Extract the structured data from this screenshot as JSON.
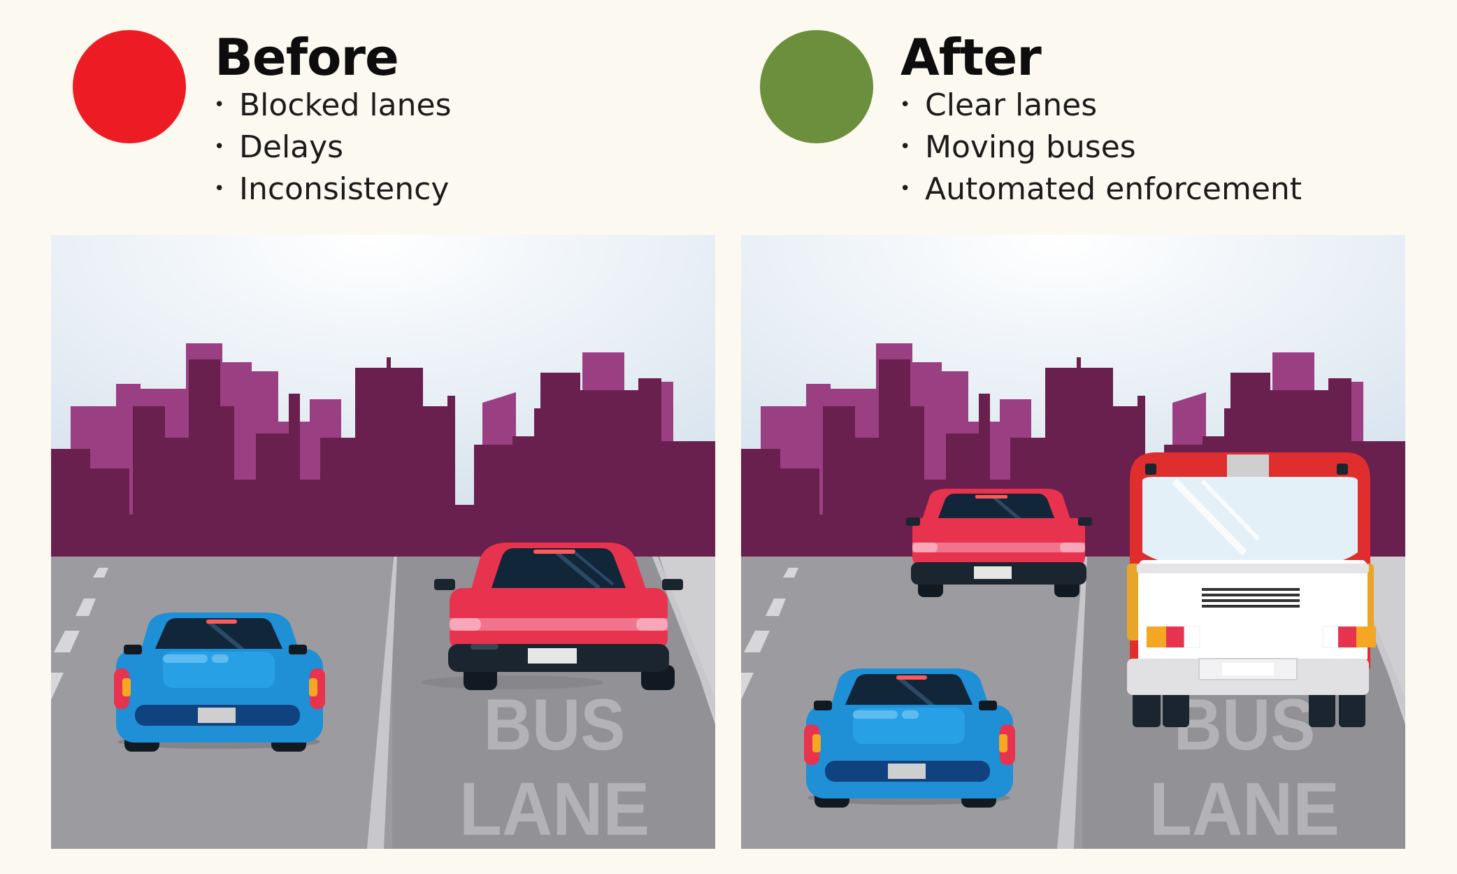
{
  "before": {
    "title": "Before",
    "indicator_color": "#ed1c24",
    "bullets": [
      "Blocked lanes",
      "Delays",
      "Inconsistency"
    ],
    "lane_marking": [
      "BUS",
      "LANE"
    ]
  },
  "after": {
    "title": "After",
    "indicator_color": "#6b8f3c",
    "bullets": [
      "Clear lanes",
      "Moving buses",
      "Automated enforcement"
    ],
    "lane_marking": [
      "BUS",
      "LANE"
    ]
  },
  "colors": {
    "sky_top": "#dfe8f1",
    "skyline_light": "#9b3f83",
    "skyline_dark": "#69204e",
    "road": "#9c9ca0",
    "red_car": "#e8334f",
    "blue_car": "#1f8fd6",
    "bus_red": "#e02d2d"
  }
}
